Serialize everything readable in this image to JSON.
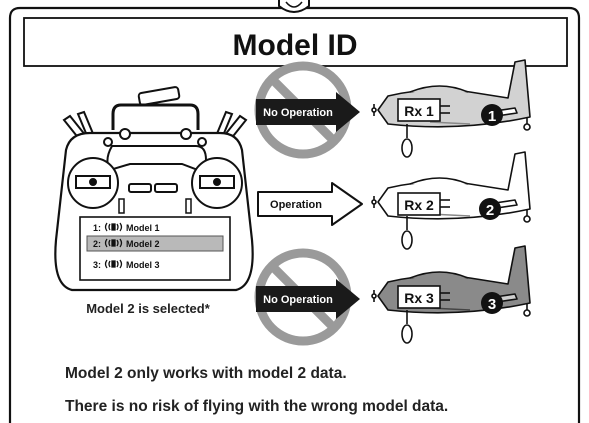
{
  "title": "Model ID",
  "transmitter": {
    "model_list": [
      {
        "slot": "1:",
        "name": "Model 1",
        "selected": false
      },
      {
        "slot": "2:",
        "name": "Model 2",
        "selected": true
      },
      {
        "slot": "3:",
        "name": "Model 3",
        "selected": false
      }
    ],
    "caption": "Model 2 is selected*"
  },
  "rows": [
    {
      "arrow_label": "No Operation",
      "prohibited": true,
      "receiver": "Rx 1",
      "number": "1",
      "plane_shade": "light"
    },
    {
      "arrow_label": "Operation",
      "prohibited": false,
      "receiver": "Rx 2",
      "number": "2",
      "plane_shade": "white"
    },
    {
      "arrow_label": "No Operation",
      "prohibited": true,
      "receiver": "Rx 3",
      "number": "3",
      "plane_shade": "dark"
    }
  ],
  "notes": [
    "Model 2 only works with model 2 data.",
    "There is no risk of flying with the wrong model data."
  ],
  "colors": {
    "prohibited_circle": "#9a9a9a",
    "arrow_dark": "#1a1a1a",
    "plane_light": "#d2d2d2",
    "plane_white": "#ffffff",
    "plane_dark": "#8a8a8a",
    "selected_row": "#b9b9b9"
  },
  "icons": {
    "prohibited": "no-symbol-icon",
    "receiver": "receiver-box-icon",
    "transmitter": "rc-transmitter-icon",
    "airplane": "airplane-icon"
  }
}
